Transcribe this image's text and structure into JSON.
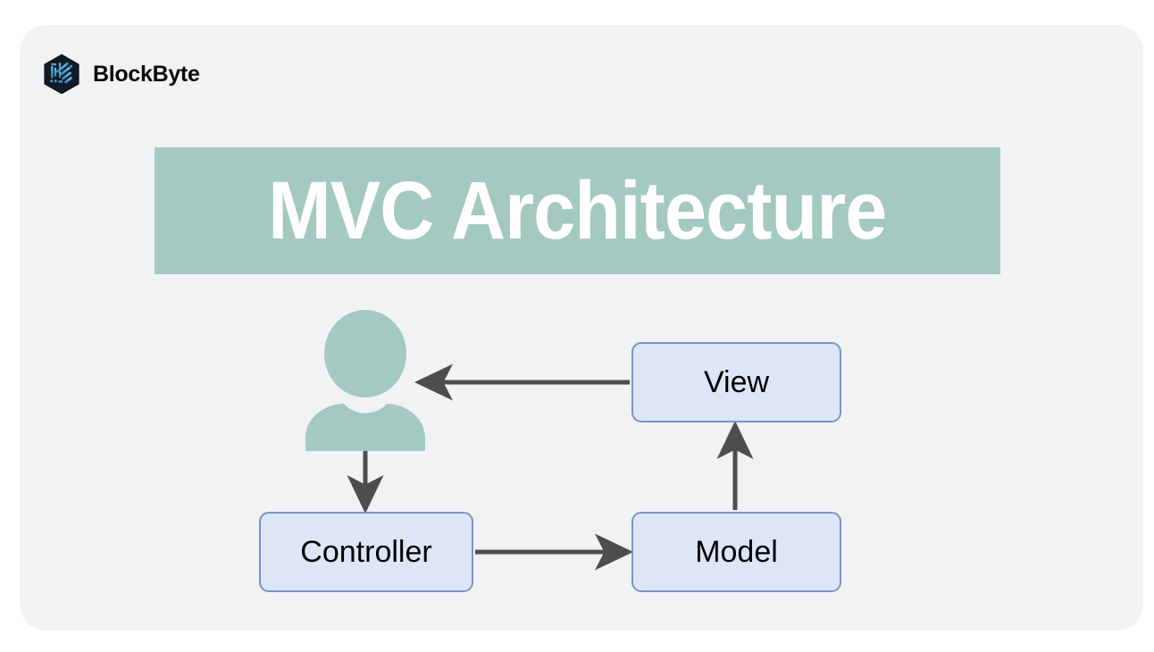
{
  "brand": {
    "name": "BlockByte",
    "logo_icon": "hexagon-circuit-logo",
    "logo_colors": {
      "hex_dark": "#111A24",
      "circuit_light": "#7FD3F2",
      "circuit_mid": "#2E7FC4"
    }
  },
  "title": {
    "text": "MVC Architecture",
    "banner_color": "#A3C9C0",
    "text_color": "#FFFFFF"
  },
  "canvas": {
    "card_background": "#F0F2F4",
    "page_background": "#FFFFFF"
  },
  "diagram": {
    "type": "flow",
    "arrow_color": "#4D4D4D",
    "node_fill": "#DDE6F7",
    "node_border": "#7B95C4",
    "actor": {
      "label": "user-actor",
      "icon": "user-person-icon",
      "color": "#A3C9C0"
    },
    "nodes": [
      {
        "id": "view",
        "label": "View"
      },
      {
        "id": "controller",
        "label": "Controller"
      },
      {
        "id": "model",
        "label": "Model"
      }
    ],
    "edges": [
      {
        "id": "view-to-user",
        "from": "View",
        "to": "User",
        "direction": "left"
      },
      {
        "id": "user-to-controller",
        "from": "User",
        "to": "Controller",
        "direction": "down"
      },
      {
        "id": "controller-to-model",
        "from": "Controller",
        "to": "Model",
        "direction": "right"
      },
      {
        "id": "model-to-view",
        "from": "Model",
        "to": "View",
        "direction": "up"
      }
    ]
  }
}
